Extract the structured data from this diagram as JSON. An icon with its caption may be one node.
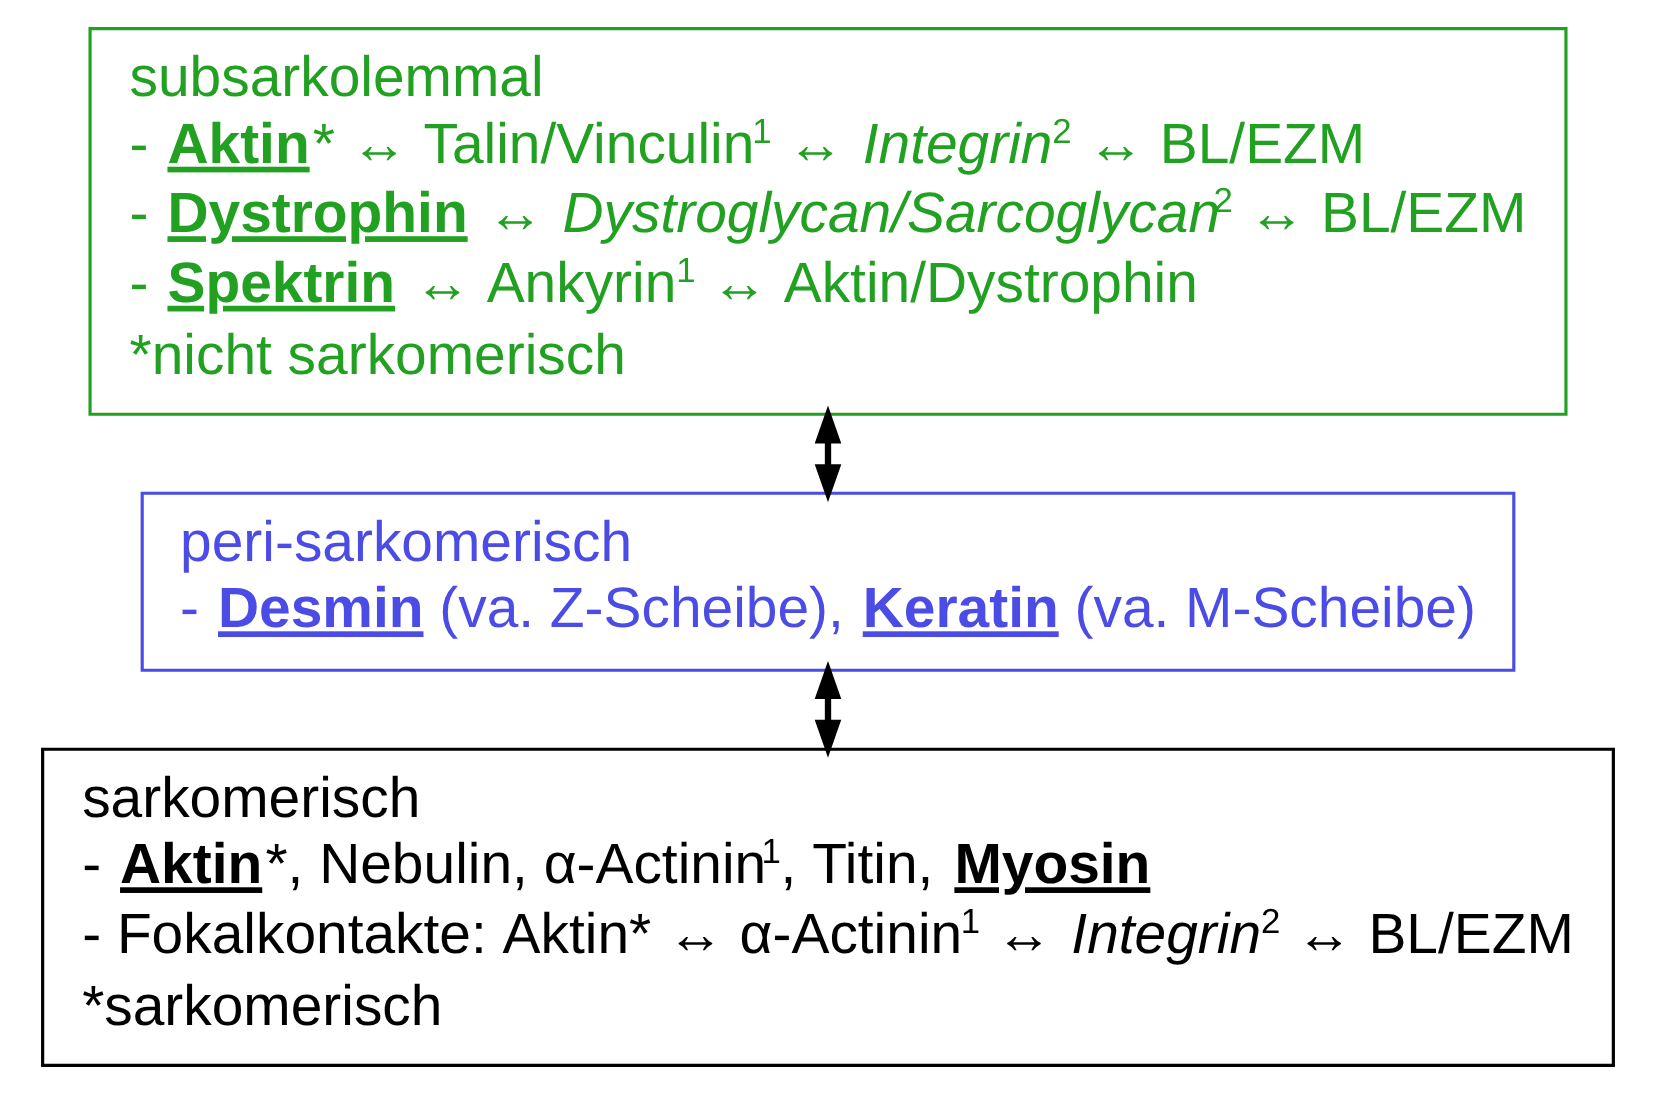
{
  "diagram": {
    "nodes": [
      {
        "text": [
          "subsarkolemmal",
          "- **Aktin*** ↔ Talin/Vinculin$^{1}$ ↔ *Integrin*$^{2}$ ↔ BL/EZM",
          "- **Dystrophin** ↔ *Dystroglycan/Sarcoglycan*$^{2}$ ↔ BL/EZM",
          "- **Spektrin** ↔ Ankyrin$^{1}$ ↔ Aktin/Dystrophin",
          "*nicht sarkomerisch"
        ]
      },
      {
        "text": [
          "peri-sarkomerisch",
          "- **Desmin** (va. Z-Scheibe), **Keratin** (va. M-Scheibe)"
        ]
      },
      {
        "text": [
          "sarkomerisch",
          "- **Aktin***, Nebulin, α-Actinin$^{1}$, Titin, **Myosin**",
          "- Fokalkontakte: Aktin* ↔ α-Actinin$^{1}$ ↔ *Integrin*$^{2}$ ↔ BL/EZM",
          "*sarkomerisch"
        ]
      }
    ],
    "edges": [
      {
        "from": 0,
        "to": 1,
        "arrow": "both"
      },
      {
        "from": 1,
        "to": 2,
        "arrow": "both"
      }
    ]
  }
}
